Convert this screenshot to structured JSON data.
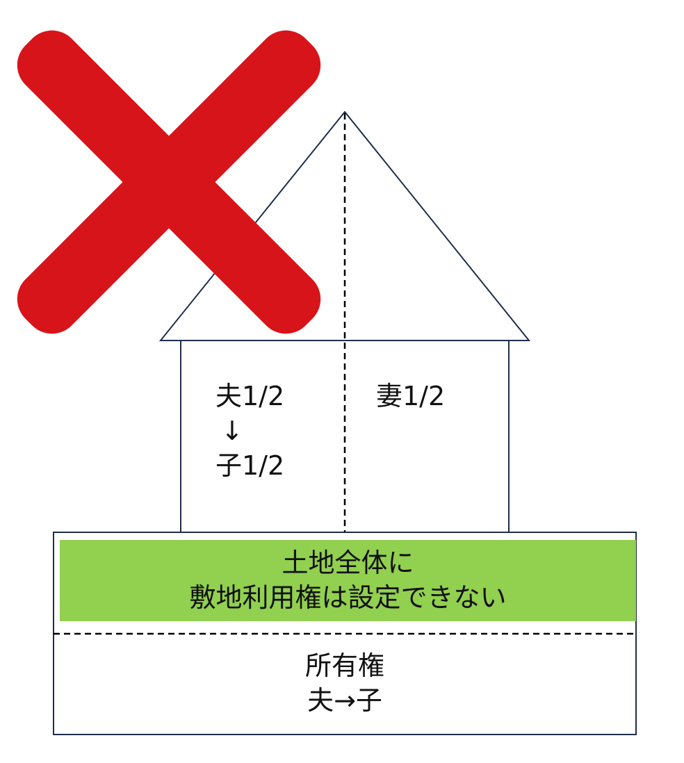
{
  "colors": {
    "outline": "#1f2d4a",
    "green_band": "#92d050",
    "cross_mark": "#d7141a",
    "text": "#111111"
  },
  "icons": {
    "cross": "red-cross-mark-icon"
  },
  "building": {
    "left_unit": {
      "owner_before": "夫1/2",
      "arrow": "↓",
      "owner_after": "子1/2"
    },
    "right_unit": {
      "owner": "妻1/2"
    }
  },
  "land": {
    "notice_line_1": "土地全体に",
    "notice_line_2": "敷地利用権は設定できない",
    "ownership_label": "所有権",
    "ownership_transfer": "夫→子"
  }
}
